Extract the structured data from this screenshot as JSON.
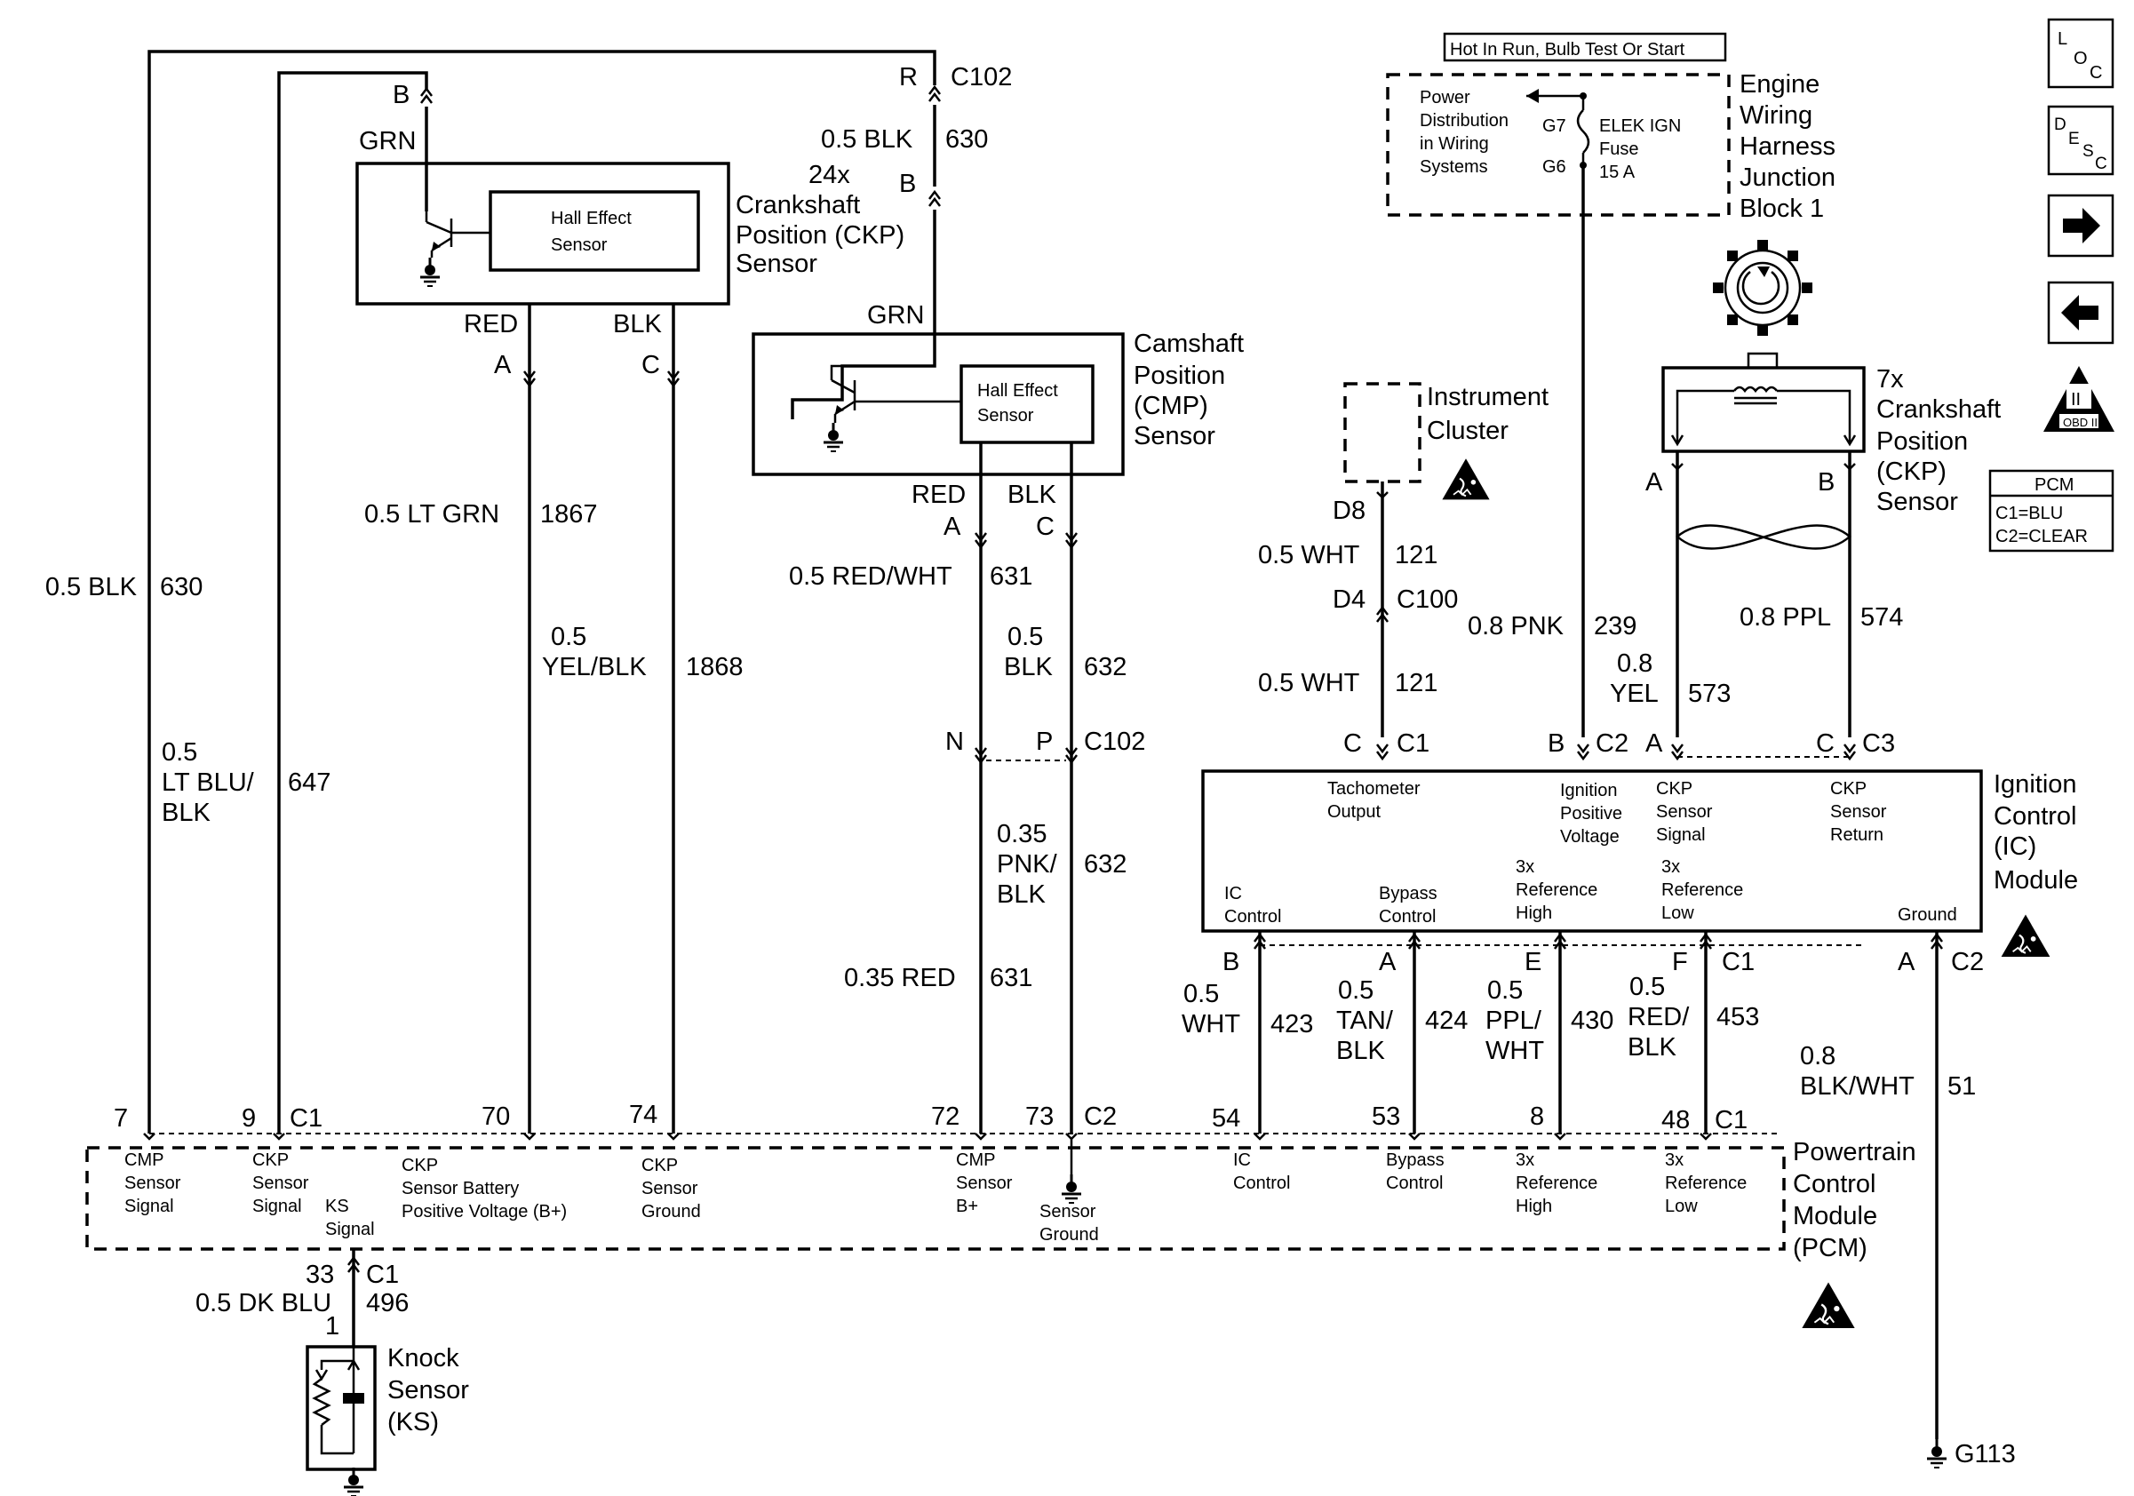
{
  "topnote": "Hot In Run, Bulb Test Or Start",
  "junction": {
    "title": [
      "Engine",
      "Wiring",
      "Harness",
      "Junction",
      "Block 1"
    ],
    "pd": [
      "Power",
      "Distribution",
      "in Wiring",
      "Systems"
    ],
    "g7": "G7",
    "g6": "G6",
    "fuse": [
      "ELEK IGN",
      "Fuse",
      "15 A"
    ]
  },
  "nav": {
    "loc": [
      "L",
      "O",
      "C"
    ],
    "desc": [
      "D",
      "E",
      "S",
      "C"
    ],
    "obd": "OBD II",
    "obd_mark": "II"
  },
  "pcm_legend": {
    "title": "PCM",
    "c1": "C1=BLU",
    "c2": "C2=CLEAR"
  },
  "ckp24": {
    "name": [
      "24x",
      "Crankshaft",
      "Position (CKP)",
      "Sensor"
    ],
    "hall": [
      "Hall Effect",
      "Sensor"
    ],
    "pin_b": "B",
    "wire_grn": "GRN",
    "red": "RED",
    "blk": "BLK",
    "pin_a": "A",
    "pin_c": "C"
  },
  "cmp": {
    "name": [
      "Camshaft",
      "Position",
      "(CMP)",
      "Sensor"
    ],
    "hall": [
      "Hall Effect",
      "Sensor"
    ],
    "grn": "GRN",
    "red": "RED",
    "blk": "BLK",
    "pin_a": "A",
    "pin_c": "C"
  },
  "c102top": {
    "pin_r": "R",
    "conn": "C102",
    "wire": "0.5 BLK",
    "circ": "630",
    "pin_b": "B"
  },
  "wires": {
    "w630": {
      "g": "0.5 BLK",
      "c": "630"
    },
    "w647": {
      "g1": "0.5",
      "g2": "LT BLU/",
      "g3": "BLK",
      "c": "647"
    },
    "w1867": {
      "g": "0.5 LT GRN",
      "c": "1867"
    },
    "w1868": {
      "g1": "0.5",
      "g2": "YEL/BLK",
      "c": "1868"
    },
    "w631a": {
      "g": "0.5 RED/WHT",
      "c": "631"
    },
    "w632a": {
      "g1": "0.5",
      "g2": "BLK",
      "c": "632"
    },
    "w632b": {
      "g1": "0.35",
      "g2": "PNK/",
      "g3": "BLK",
      "c": "632"
    },
    "w631b": {
      "g": "0.35 RED",
      "c": "631"
    },
    "w496": {
      "g": "0.5 DK BLU",
      "c": "496"
    }
  },
  "c102mid": {
    "n": "N",
    "p": "P",
    "conn": "C102"
  },
  "cluster": {
    "name": [
      "Instrument",
      "Cluster"
    ],
    "d8": "D8",
    "d4": "D4",
    "c100": "C100",
    "w121a": {
      "g": "0.5 WHT",
      "c": "121"
    },
    "w121b": {
      "g": "0.5 WHT",
      "c": "121"
    }
  },
  "w239": {
    "g": "0.8 PNK",
    "c": "239"
  },
  "ckp7": {
    "name": [
      "7x",
      "Crankshaft",
      "Position",
      "(CKP)",
      "Sensor"
    ],
    "pin_a": "A",
    "pin_b": "B",
    "w574": {
      "g": "0.8 PPL",
      "c": "574"
    },
    "w573": {
      "g1": "0.8",
      "g2": "YEL",
      "c": "573"
    }
  },
  "icm": {
    "name": [
      "Ignition",
      "Control",
      "(IC)",
      "Module"
    ],
    "top_pins": {
      "c": "C",
      "c1": "C1",
      "b": "B",
      "c2": "C2",
      "a": "A",
      "c2b": "C",
      "c3": "C3"
    },
    "labels": {
      "tach": [
        "Tachometer",
        "Output"
      ],
      "ignv": [
        "Ignition",
        "Positive",
        "Voltage"
      ],
      "ckps": [
        "CKP",
        "Sensor",
        "Signal"
      ],
      "ckpr": [
        "CKP",
        "Sensor",
        "Return"
      ],
      "icc": [
        "IC",
        "Control"
      ],
      "byp": [
        "Bypass",
        "Control"
      ],
      "refh": [
        "3x",
        "Reference",
        "High"
      ],
      "refl": [
        "3x",
        "Reference",
        "Low"
      ],
      "gnd": "Ground"
    },
    "bot_pins": {
      "b": "B",
      "a": "A",
      "e": "E",
      "f": "F",
      "c1": "C1",
      "a2": "A",
      "c2": "C2"
    }
  },
  "icwires": {
    "w423": {
      "g1": "0.5",
      "g2": "WHT",
      "c": "423"
    },
    "w424": {
      "g1": "0.5",
      "g2": "TAN/",
      "g3": "BLK",
      "c": "424"
    },
    "w430": {
      "g1": "0.5",
      "g2": "PPL/",
      "g3": "WHT",
      "c": "430"
    },
    "w453": {
      "g1": "0.5",
      "g2": "RED/",
      "g3": "BLK",
      "c": "453"
    },
    "w51": {
      "g1": "0.8",
      "g2": "BLK/WHT",
      "c": "51"
    }
  },
  "pcm": {
    "name": [
      "Powertrain",
      "Control",
      "Module",
      "(PCM)"
    ],
    "pins": {
      "p7": "7",
      "p9": "9",
      "c1": "C1",
      "p70": "70",
      "p74": "74",
      "p72": "72",
      "p73": "73",
      "c2": "C2",
      "p54": "54",
      "p53": "53",
      "p8": "8",
      "p48": "48",
      "c1b": "C1",
      "p33": "33",
      "c1c": "C1"
    },
    "labels": {
      "cmps": [
        "CMP",
        "Sensor",
        "Signal"
      ],
      "ckps": [
        "CKP",
        "Sensor",
        "Signal"
      ],
      "ks": [
        "KS",
        "Signal"
      ],
      "ckpb": [
        "CKP",
        "Sensor Battery",
        "Positive Voltage (B+)"
      ],
      "ckpg": [
        "CKP",
        "Sensor",
        "Ground"
      ],
      "cmpb": [
        "CMP",
        "Sensor",
        "B+"
      ],
      "sg": [
        "Sensor",
        "Ground"
      ],
      "icc": [
        "IC",
        "Control"
      ],
      "byp": [
        "Bypass",
        "Control"
      ],
      "refh": [
        "3x",
        "Reference",
        "High"
      ],
      "refl": [
        "3x",
        "Reference",
        "Low"
      ]
    }
  },
  "knock": {
    "name": [
      "Knock",
      "Sensor",
      "(KS)"
    ],
    "pin1": "1"
  },
  "ground": "G113"
}
